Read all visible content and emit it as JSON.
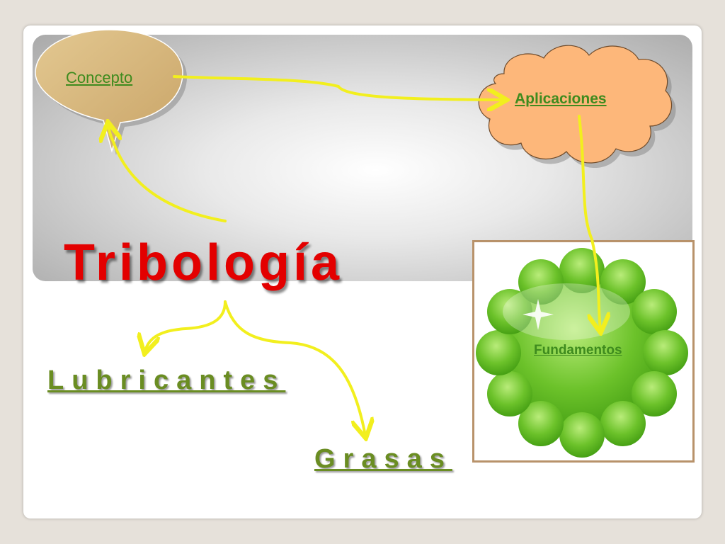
{
  "diagram": {
    "title": "Tribología",
    "nodes": {
      "concepto": "Concepto",
      "aplicaciones": "Aplicaciones",
      "fundamentos": "Fundamentos",
      "lubricantes": "Lubricantes",
      "grasas": "Grasas"
    },
    "colors": {
      "title": "#e30000",
      "node_text": "#3e8b1e",
      "branch_text": "#6a8d22",
      "arrows": "#f2ef1e",
      "bubble_fill": "#d9b981",
      "cloud_fill": "#fdb77a",
      "flower_fill": "#6cc22a"
    },
    "icons": [
      "speech-bubble-shape",
      "cloud-shape",
      "flower-shape",
      "sparkle-icon"
    ]
  }
}
